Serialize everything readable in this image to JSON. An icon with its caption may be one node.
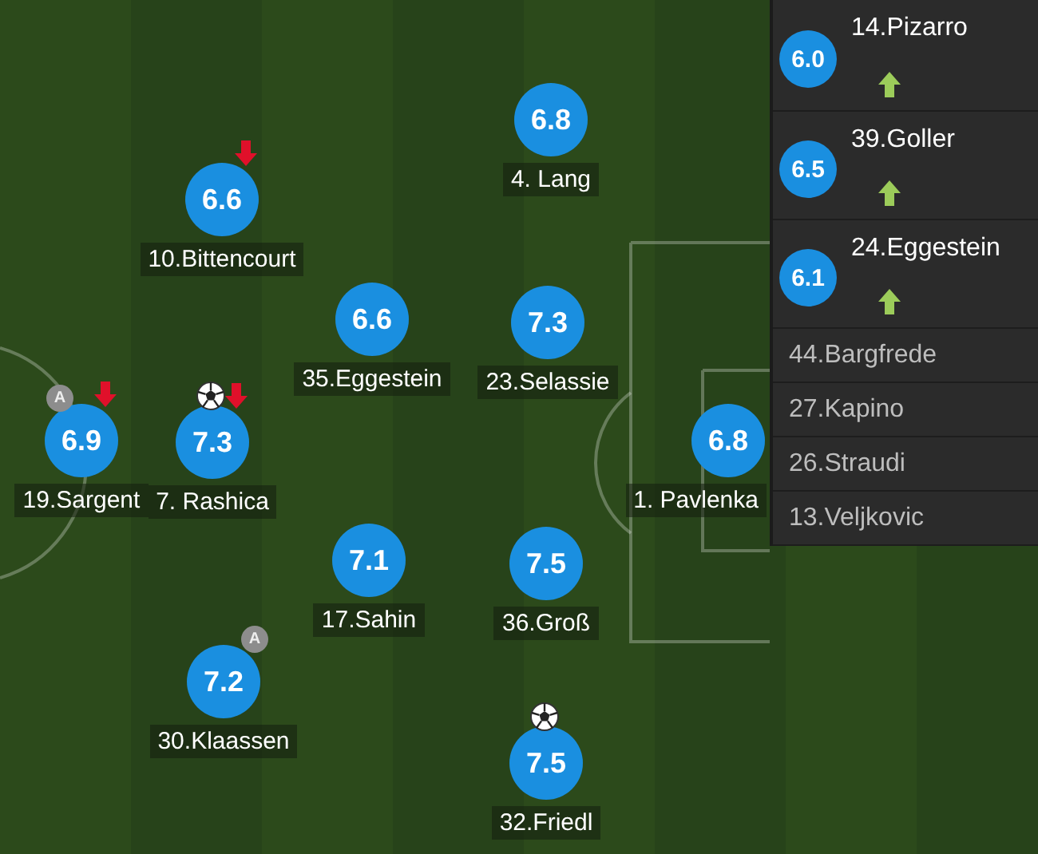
{
  "diagram": {
    "nodes": [
      {
        "text": [
          "6.8",
          "4. Lang"
        ]
      },
      {
        "text": [
          "6.6",
          "10.Bittencourt"
        ]
      },
      {
        "text": [
          "6.6",
          "35.Eggestein"
        ]
      },
      {
        "text": [
          "7.3",
          "23.Selassie"
        ]
      },
      {
        "text": [
          "6.9",
          "19.Sargent"
        ]
      },
      {
        "text": [
          "7.3",
          "7. Rashica"
        ]
      },
      {
        "text": [
          "6.8",
          "1. Pavlenka"
        ]
      },
      {
        "text": [
          "7.1",
          "17.Sahin"
        ]
      },
      {
        "text": [
          "7.5",
          "36.Groß"
        ]
      },
      {
        "text": [
          "7.2",
          "30.Klaassen"
        ]
      },
      {
        "text": [
          "7.5",
          "32.Friedl"
        ]
      },
      {
        "text": [
          "6.0",
          "14.Pizarro"
        ]
      },
      {
        "text": [
          "6.5",
          "39.Goller"
        ]
      },
      {
        "text": [
          "6.1",
          "24.Eggestein"
        ]
      },
      {
        "text": [
          "44.Bargfrede"
        ]
      },
      {
        "text": [
          "27.Kapino"
        ]
      },
      {
        "text": [
          "26.Straudi"
        ]
      },
      {
        "text": [
          "13.Veljkovic"
        ]
      }
    ],
    "labels": [
      "A",
      "A"
    ]
  }
}
